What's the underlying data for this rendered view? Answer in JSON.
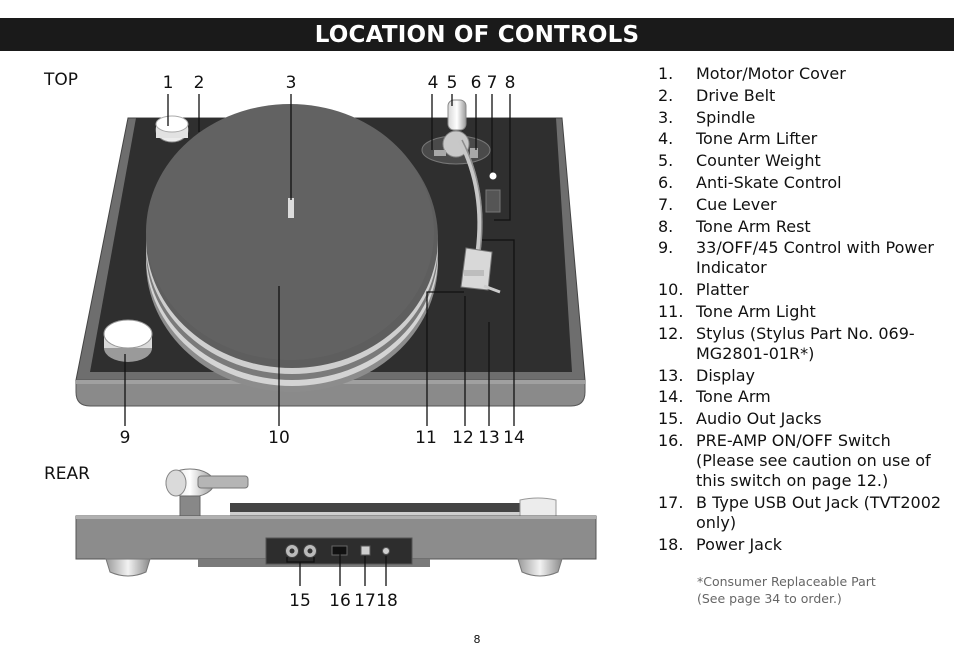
{
  "header": {
    "title": "LOCATION OF CONTROLS"
  },
  "sections": {
    "top_label": "TOP",
    "rear_label": "REAR"
  },
  "top_callouts": [
    "1",
    "2",
    "3",
    "4",
    "5",
    "6",
    "7",
    "8",
    "9",
    "10",
    "11",
    "12",
    "13",
    "14"
  ],
  "rear_callouts": [
    "15",
    "16",
    "17",
    "18"
  ],
  "legend": [
    {
      "num": "1.",
      "text": "Motor/Motor Cover"
    },
    {
      "num": "2.",
      "text": "Drive Belt"
    },
    {
      "num": "3.",
      "text": "Spindle"
    },
    {
      "num": "4.",
      "text": "Tone Arm Lifter"
    },
    {
      "num": "5.",
      "text": "Counter Weight"
    },
    {
      "num": "6.",
      "text": "Anti-Skate Control"
    },
    {
      "num": "7.",
      "text": "Cue Lever"
    },
    {
      "num": "8.",
      "text": "Tone Arm Rest"
    },
    {
      "num": "9.",
      "text": "33/OFF/45 Control with Power Indicator"
    },
    {
      "num": "10.",
      "text": "Platter"
    },
    {
      "num": "11.",
      "text": "Tone Arm Light"
    },
    {
      "num": "12.",
      "text": "Stylus (Stylus Part No. 069-MG2801-01R*)"
    },
    {
      "num": "13.",
      "text": "Display"
    },
    {
      "num": "14.",
      "text": "Tone Arm"
    },
    {
      "num": "15.",
      "text": "Audio Out Jacks"
    },
    {
      "num": "16.",
      "text": "PRE-AMP ON/OFF Switch (Please see caution on use of this switch on page 12.)"
    },
    {
      "num": "17.",
      "text": "B Type USB Out Jack (TVT2002 only)"
    },
    {
      "num": "18.",
      "text": "Power Jack"
    }
  ],
  "footnote": {
    "line1": "*Consumer Replaceable Part",
    "line2": "(See page 34 to order.)"
  },
  "page_number": "8"
}
